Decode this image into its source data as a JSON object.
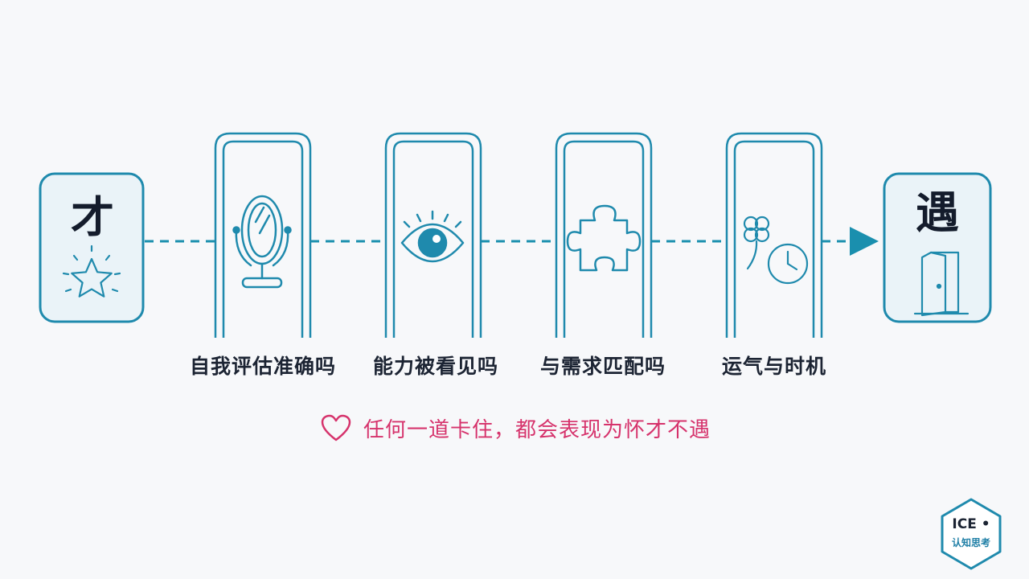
{
  "start": {
    "char": "才"
  },
  "end": {
    "char": "遇"
  },
  "gates": [
    {
      "label": "自我评估准确吗",
      "icon": "mirror-icon"
    },
    {
      "label": "能力被看见吗",
      "icon": "eye-icon"
    },
    {
      "label": "与需求匹配吗",
      "icon": "puzzle-piece-icon"
    },
    {
      "label": "运气与时机",
      "icon": "clover-and-clock-icon"
    }
  ],
  "tagline": {
    "text": "任何一道卡住，都会表现为怀才不遇",
    "icon": "heart-icon"
  },
  "logo": {
    "main": "ICE •",
    "sub": "认知思考"
  },
  "colors": {
    "primary": "#1f8aad",
    "line": "#1a8fae",
    "box_fill": "#eaf3f8",
    "text_dark": "#1c2433",
    "accent": "#d6336c"
  }
}
